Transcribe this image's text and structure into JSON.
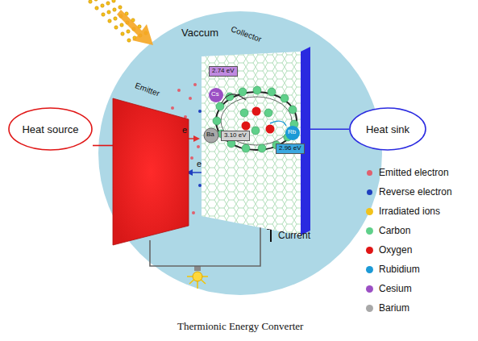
{
  "diagram": {
    "caption": "Thermionic Energy Converter",
    "nodes": [
      {
        "text": [
          "Heat source"
        ]
      },
      {
        "text": [
          "Emitter"
        ]
      },
      {
        "text": [
          "Collector"
        ]
      },
      {
        "text": [
          "Heat sink"
        ]
      }
    ],
    "edges": [
      {
        "from": 0,
        "to": 1,
        "arrow": "none"
      },
      {
        "from": 2,
        "to": 3,
        "arrow": "none"
      },
      {
        "from": 1,
        "to": 2,
        "arrow": "none"
      }
    ],
    "labels": [
      "Vaccum",
      "e",
      "e",
      "Current",
      "2.74 eV",
      "Cs",
      "Ba",
      "3.10 eV",
      "Rb",
      "2.96 eV"
    ],
    "legend": [
      {
        "text": "Emitted electron",
        "color": "#e0606e"
      },
      {
        "text": "Reverse electron",
        "color": "#1f3fbf"
      },
      {
        "text": "Irradiated ions",
        "color": "#f2c21a"
      },
      {
        "text": "Carbon",
        "color": "#5fd08a"
      },
      {
        "text": "Oxygen",
        "color": "#e01515"
      },
      {
        "text": "Rubidium",
        "color": "#1c9ad6"
      },
      {
        "text": "Cesium",
        "color": "#9b4fc4"
      },
      {
        "text": "Barium",
        "color": "#a8a8a8"
      }
    ]
  }
}
